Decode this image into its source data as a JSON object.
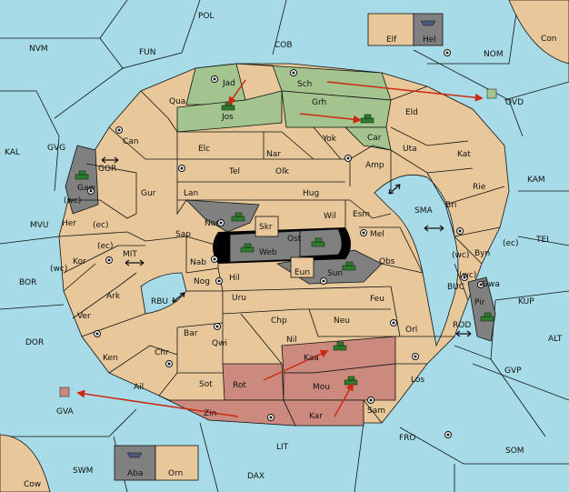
{
  "colors": {
    "sea": "#a6dbe7",
    "land": "#e8c89a",
    "player_green": "#a3c48e",
    "player_red": "#cc8a7f",
    "neutral_grey": "#808080",
    "order_arrow": "#cc2a10"
  },
  "sea_labels": [
    "POL",
    "NVM",
    "FUN",
    "COB",
    "NOM",
    "Con",
    "OVD",
    "KAL",
    "GVG",
    "KAM",
    "MVU",
    "TEI",
    "BOR",
    "MIT",
    "SMA",
    "KUP",
    "RBU",
    "BUC",
    "ROD",
    "DOR",
    "ALT",
    "GVP",
    "GVA",
    "FRO",
    "SOM",
    "SWM",
    "LIT",
    "DAX",
    "Cow",
    "GOR"
  ],
  "province_labels": [
    "Jad",
    "Sch",
    "Qua",
    "Jos",
    "Grh",
    "Eld",
    "Can",
    "Yok",
    "Car",
    "Uta",
    "Elc",
    "Nar",
    "Kat",
    "Tel",
    "Olk",
    "Amp",
    "Gur",
    "Lan",
    "Hug",
    "Rie",
    "Bri",
    "Gaw",
    "Wil",
    "Esm",
    "Nor",
    "Skr",
    "Ost",
    "Her",
    "Sap",
    "Web",
    "Mel",
    "Byn",
    "Kor",
    "Nab",
    "Eun",
    "Obs",
    "Gwa",
    "Hil",
    "Sun",
    "Nog",
    "Uru",
    "Feu",
    "Pir",
    "Ark",
    "Ver",
    "Chp",
    "Neu",
    "Bar",
    "Qwi",
    "Nil",
    "Orl",
    "Ken",
    "Chr",
    "Kaa",
    "Ail",
    "Rot",
    "Sot",
    "Los",
    "Mou",
    "Zin",
    "Kar",
    "Sam"
  ],
  "coast_tags": [
    "(wc)",
    "(ec)",
    "(ec)",
    "(wc)",
    "(wc)",
    "(ec)",
    "(wc)"
  ],
  "inset_boxes": {
    "north": [
      "Elf",
      "Hel"
    ],
    "south": [
      "Aba",
      "Orn"
    ]
  },
  "units": {
    "armies": [
      "Jos",
      "Car",
      "Gaw",
      "Nor",
      "Web",
      "Ost",
      "Sun",
      "Pir",
      "Kaa",
      "Mou"
    ],
    "fleets": [
      "Hel",
      "Aba",
      "OVD",
      "GVA"
    ]
  }
}
